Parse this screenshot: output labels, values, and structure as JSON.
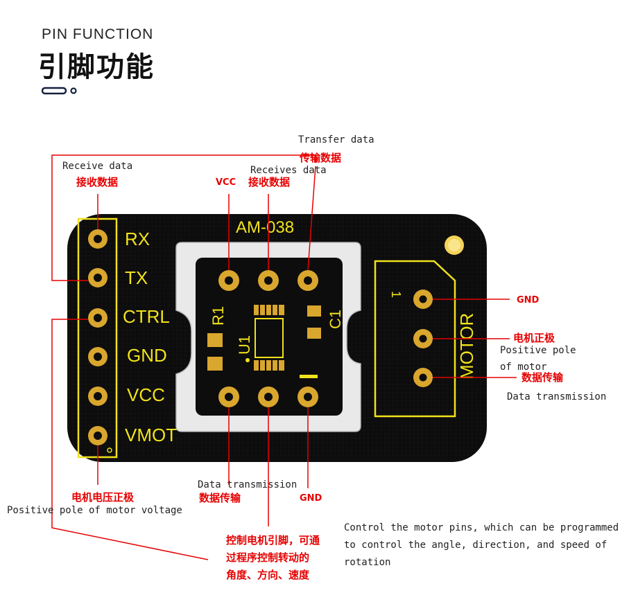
{
  "header": {
    "title_en": "PIN FUNCTION",
    "title_cn": "引脚功能"
  },
  "board": {
    "model": "AM-038",
    "left_pins": [
      "RX",
      "TX",
      "CTRL",
      "GND",
      "VCC",
      "VMOT"
    ],
    "r1": "R1",
    "u1": "U1",
    "c1": "C1",
    "motor": "MOTOR",
    "motor_pin1": "1"
  },
  "annotations": {
    "receive_data_en": "Receive data",
    "receive_data_cn": "接收数据",
    "vcc_top": "VCC",
    "receives_data_en": "Receives data",
    "receives_data_cn": "接收数据",
    "transfer_data_en": "Transfer data",
    "transfer_data_cn": "传输数据",
    "gnd_right": "GND",
    "motor_pos_cn": "电机正极",
    "motor_pos_en_1": "Positive pole",
    "motor_pos_en_2": "of motor",
    "data_trans_right_cn": "数据传输",
    "data_trans_right_en": "Data transmission",
    "data_trans_bottom_en": "Data transmission",
    "data_trans_bottom_cn": "数据传输",
    "gnd_bottom": "GND",
    "vmot_cn": "电机电压正极",
    "vmot_en": "Positive pole of motor voltage",
    "ctrl_cn_1": "控制电机引脚，可通",
    "ctrl_cn_2": "过程序控制转动的",
    "ctrl_cn_3": "角度、方向、速度",
    "ctrl_en_1": "Control the motor pins, which can be programmed",
    "ctrl_en_2": "to control the angle, direction, and speed of",
    "ctrl_en_3": "rotation"
  },
  "colors": {
    "board": "#0d0d0d",
    "silk": "#f2e21c",
    "pad": "#d9a62e",
    "annotation_red": "#e60000",
    "annotation_black": "#222222"
  }
}
